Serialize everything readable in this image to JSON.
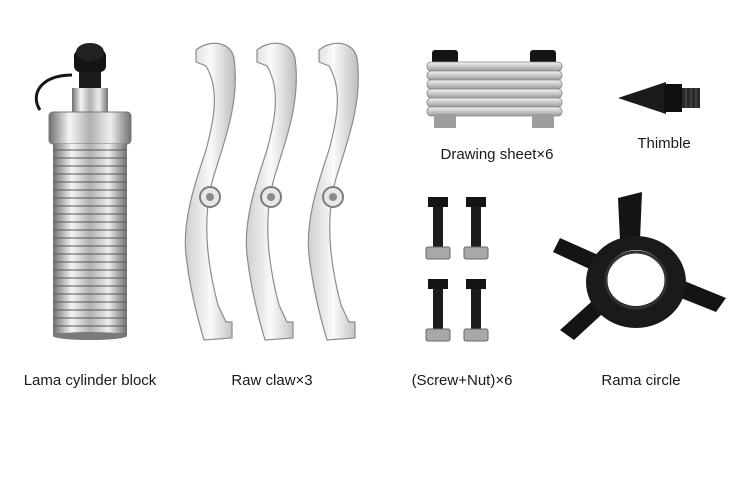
{
  "items": [
    {
      "label": "Lama cylinder block",
      "quantity": 1
    },
    {
      "label": "Raw claw×3",
      "quantity": 3
    },
    {
      "label": "Drawing sheet×6",
      "quantity": 6
    },
    {
      "label": "Thimble",
      "quantity": 1
    },
    {
      "label": "(Screw+Nut)×6",
      "quantity": 6
    },
    {
      "label": "Rama circle",
      "quantity": 1
    }
  ],
  "colors": {
    "chrome_light": "#f2f2f2",
    "chrome_mid": "#b9b9b9",
    "chrome_dark": "#6f6f6f",
    "black_part": "#141414",
    "text": "#1a1a1a",
    "background": "#ffffff"
  }
}
